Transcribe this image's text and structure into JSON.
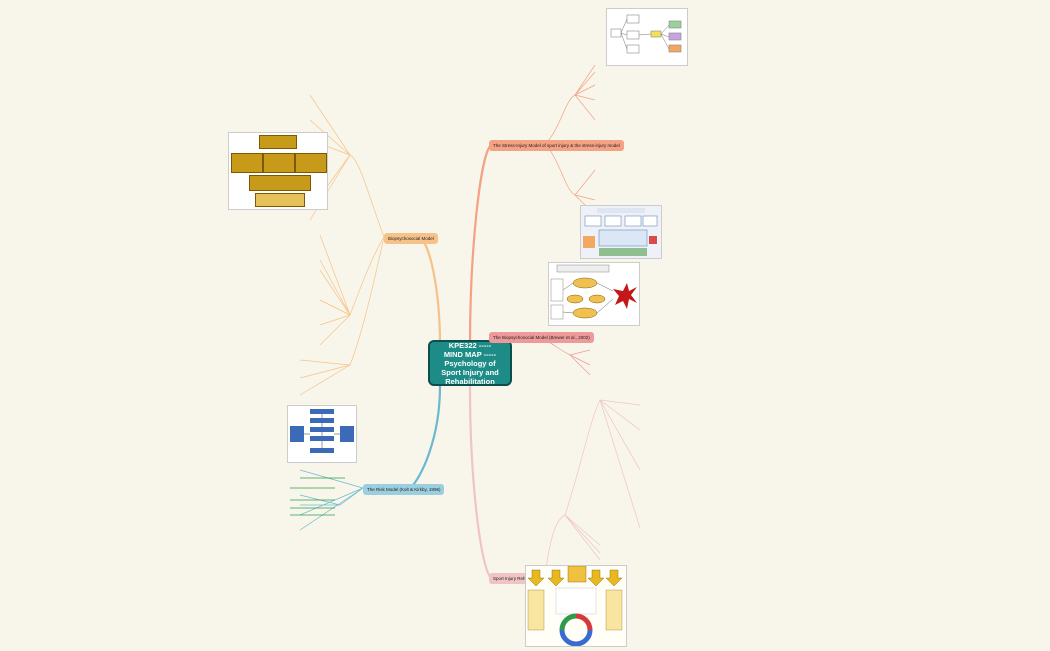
{
  "central": {
    "code": "KPE322 -----",
    "line2": "MIND MAP -----",
    "line3": "Psychology of",
    "line4": "Sport Injury and",
    "line5": "Rehabilitation"
  },
  "topics": {
    "right1": "The Stress-Injury Model of sport injury & the stress-injury model",
    "right2": "The Biopsychosocial Model (Brewer et al., 2002)",
    "right3": "Sport Injury Rehabilitation",
    "left1": "Biopsychosocial Model",
    "left2": "The Risk Model (Kolt & Kirkby, 1996)"
  },
  "colors": {
    "branch_right1": "#f4a184",
    "branch_right2": "#ee9a9a",
    "branch_right3": "#f0c4c4",
    "branch_left1": "#f6c28a",
    "branch_left2": "#6bb8d0",
    "central_fill": "#1e8c86"
  }
}
